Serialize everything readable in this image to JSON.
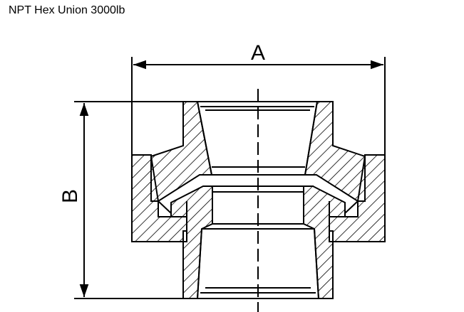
{
  "title": "NPT Hex Union 3000lb",
  "dimensions": {
    "a_label": "A",
    "b_label": "B"
  },
  "colors": {
    "line": "#000000",
    "background": "#ffffff"
  }
}
